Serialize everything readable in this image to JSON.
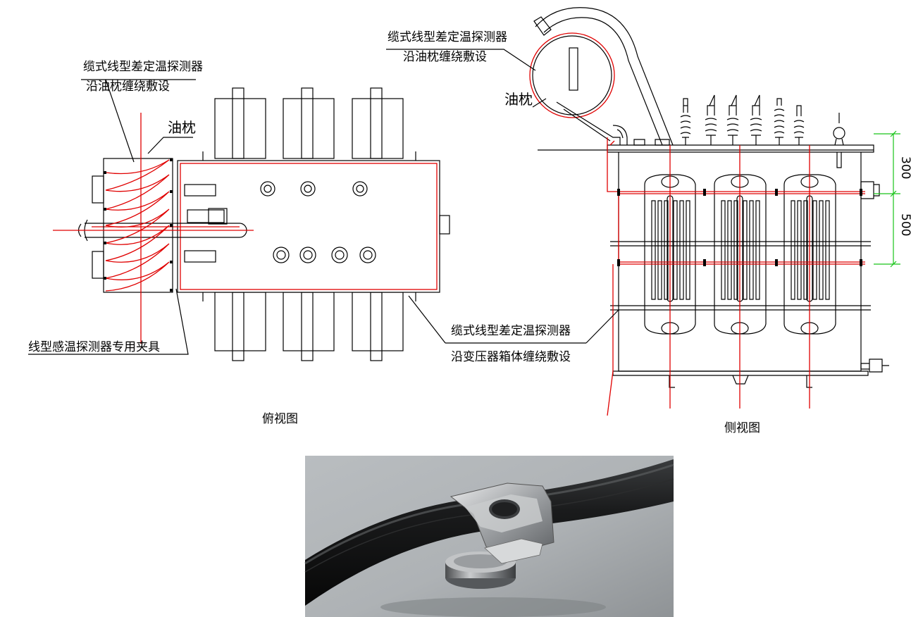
{
  "top_view": {
    "label_cable_line1": "缆式线型差定温探测器",
    "label_cable_line2": "沿油枕缠绕敷设",
    "label_conservator": "油枕",
    "label_clamp": "线型感温探测器专用夹具",
    "label_tank_line1": "缆式线型差定温探测器",
    "label_tank_line2": "沿变压器箱体缠绕敷设",
    "caption": "俯视图"
  },
  "side_view": {
    "label_cable_line1": "缆式线型差定温探测器",
    "label_cable_line2": "沿油枕缠绕敷设",
    "label_conservator": "油枕",
    "dim_upper": "300",
    "dim_lower": "500",
    "caption": "侧视图"
  },
  "colors": {
    "cable": "#e00000",
    "dimension": "#19c419",
    "line": "#000000"
  }
}
